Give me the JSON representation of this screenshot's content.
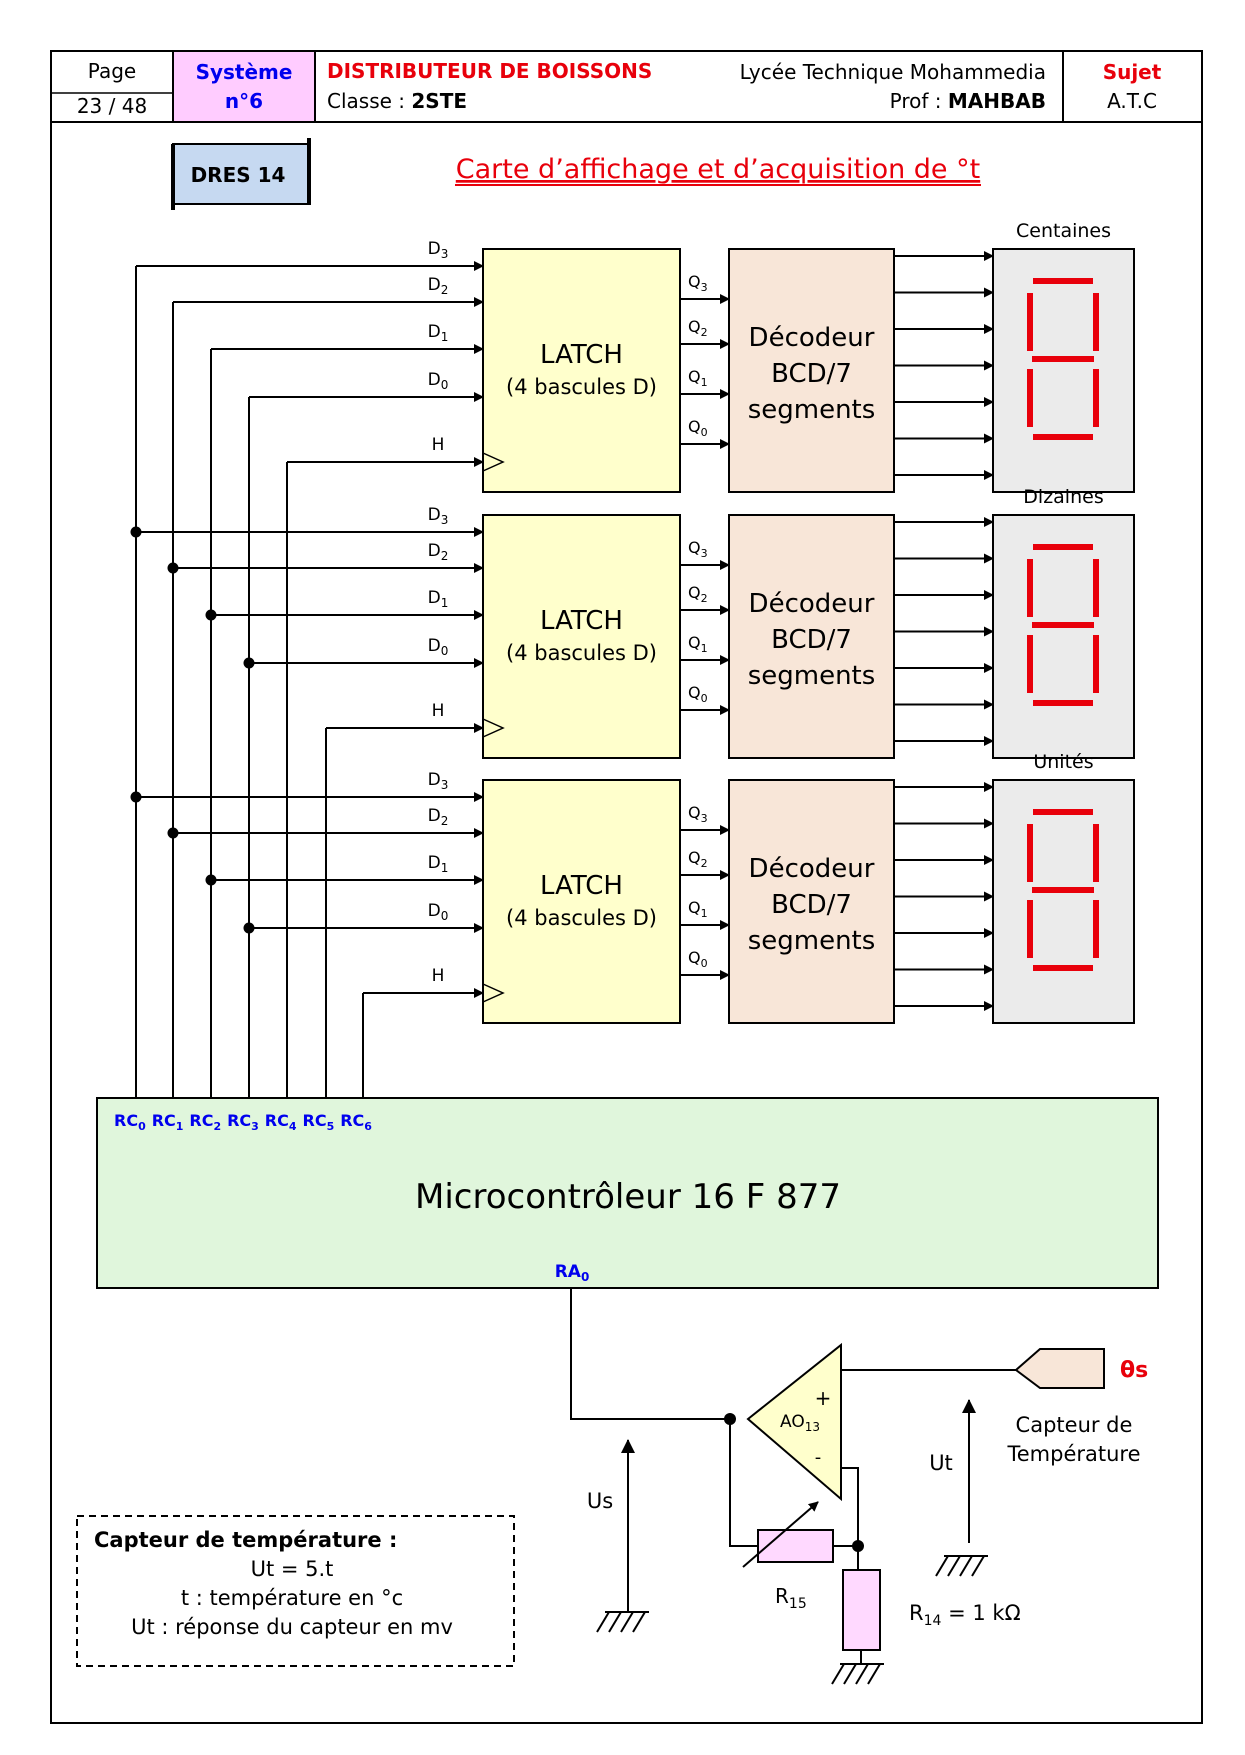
{
  "header": {
    "page_label": "Page",
    "page_number": "23 / 48",
    "system_label": "Système",
    "system_number": "n°6",
    "project_title": "DISTRIBUTEUR DE BOISSONS",
    "class_label": "Classe : ",
    "class_value": "2STE",
    "school": "Lycée Technique Mohammedia",
    "prof_label": "Prof : ",
    "prof_value": "MAHBAB",
    "subject_label": "Sujet",
    "subject_value": "A.T.C"
  },
  "doc_ref": "DRES 14",
  "page_title": "Carte d’affichage et d’acquisition de °t",
  "stages": [
    {
      "display_label": "Centaines"
    },
    {
      "display_label": "Dizaines"
    },
    {
      "display_label": "Unités"
    }
  ],
  "latch": {
    "title": "LATCH",
    "subtitle": "(4 bascules D)",
    "inputs": [
      "D3",
      "D2",
      "D1",
      "D0",
      "H"
    ],
    "outputs": [
      "Q3",
      "Q2",
      "Q1",
      "Q0"
    ]
  },
  "decoder": {
    "line1": "Décodeur",
    "line2": "BCD/7",
    "line3": "segments"
  },
  "mcu": {
    "title": "Microcontrôleur 16 F 877",
    "ports": [
      "RC0",
      "RC1",
      "RC2",
      "RC3",
      "RC4",
      "RC5",
      "RC6"
    ],
    "adc_port": "RA0"
  },
  "analog": {
    "opamp": "AO13",
    "plus": "+",
    "minus": "-",
    "r15": "R15",
    "r14": "R14 = 1 kΩ",
    "us": "Us",
    "ut": "Ut",
    "sensor_signal": "θs",
    "sensor_label_1": "Capteur de",
    "sensor_label_2": "Température"
  },
  "note": {
    "title": "Capteur de température :",
    "line1": "Ut = 5.t",
    "line2": "t : température en °c",
    "line3": "Ut : réponse du capteur en mv"
  },
  "colors": {
    "red": "#e8000b",
    "blue": "#0000ee",
    "latch_fill": "#ffffcc",
    "decoder_fill": "#f8e6d8",
    "display_fill": "#ebebeb",
    "mcu_fill": "#e0f6dc",
    "system_fill": "#ffccff",
    "doc_ref_fill": "#c6d9f1",
    "resistor_fill": "#ffd9ff"
  }
}
